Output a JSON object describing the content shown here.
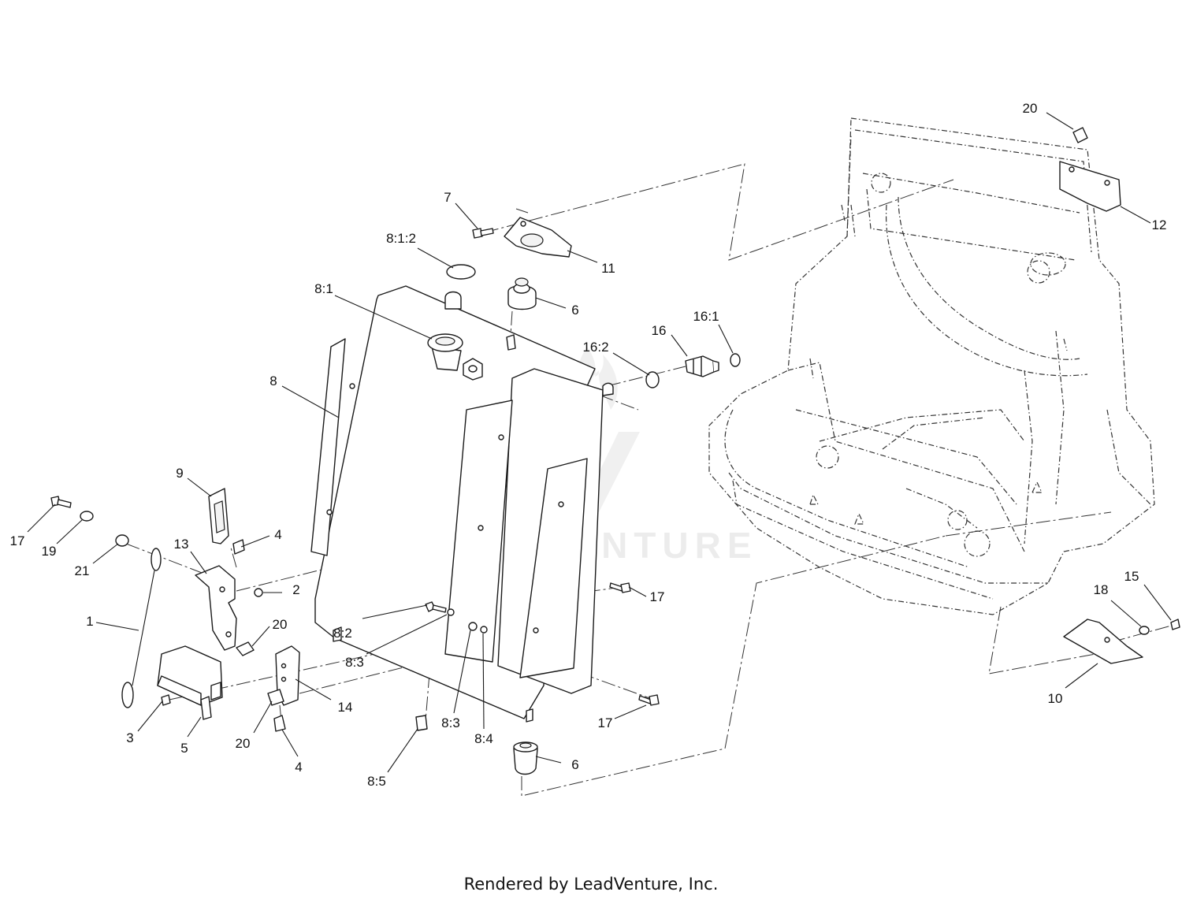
{
  "watermark": {
    "text": "LEADVENTURE"
  },
  "footer": {
    "text": "Rendered by LeadVenture, Inc."
  },
  "callouts": {
    "c1": "1",
    "c2": "2",
    "c3": "3",
    "c4a": "4",
    "c4b": "4",
    "c5": "5",
    "c6a": "6",
    "c6b": "6",
    "c7": "7",
    "c8": "8",
    "c8_1": "8:1",
    "c8_1_2": "8:1:2",
    "c8_2": "8:2",
    "c8_3a": "8:3",
    "c8_3b": "8:3",
    "c8_4": "8:4",
    "c8_5": "8:5",
    "c9": "9",
    "c10": "10",
    "c11": "11",
    "c12": "12",
    "c13": "13",
    "c14": "14",
    "c15": "15",
    "c16": "16",
    "c16_1": "16:1",
    "c16_2": "16:2",
    "c17a": "17",
    "c17b": "17",
    "c17c": "17",
    "c18": "18",
    "c19": "19",
    "c20a": "20",
    "c20b": "20",
    "c20c": "20",
    "c21": "21"
  }
}
